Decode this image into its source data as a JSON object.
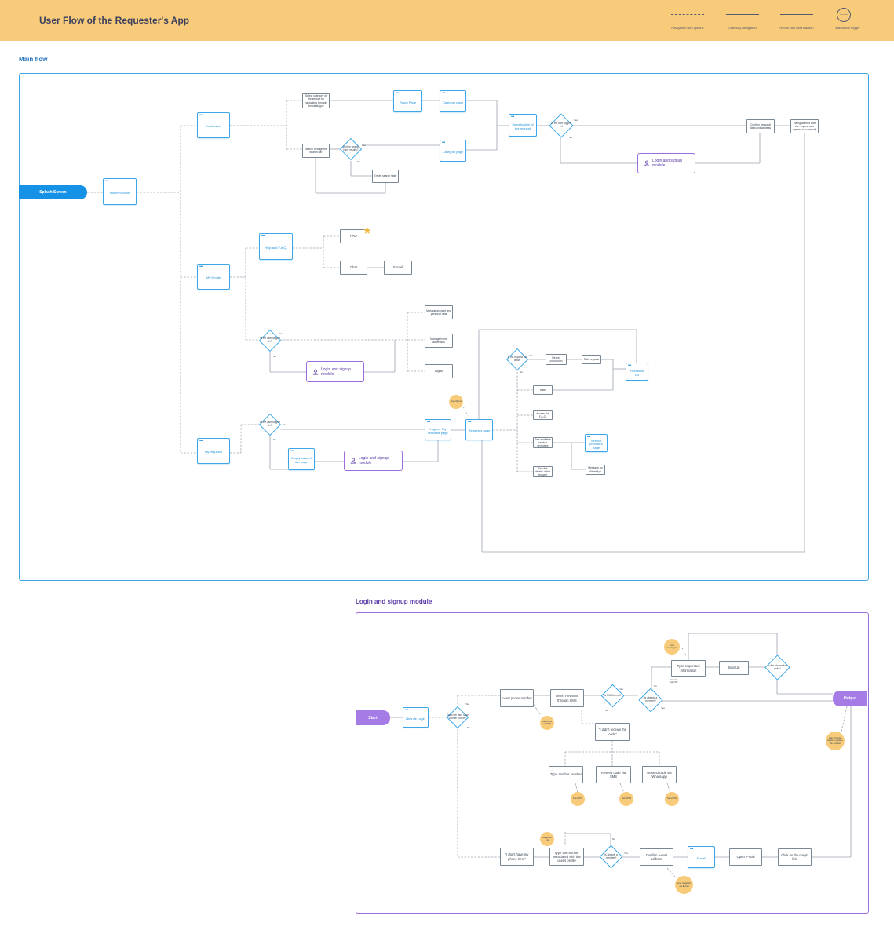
{
  "header": {
    "title": "User Flow of the Requester's App",
    "legend": [
      {
        "label": "Navigation with options"
      },
      {
        "label": "One-way navigation"
      },
      {
        "label": "Return due user's action"
      },
      {
        "label": "interaction trigger"
      }
    ],
    "legend_circle_text": "Given/Next"
  },
  "colors": {
    "header_bg": "#f8cb7a",
    "main_frame": "#3ca6e8",
    "module_frame": "#9b6ddf",
    "screen_text": "#1b8fd6",
    "module_text": "#5a3aa6",
    "bubble": "#f8cb7a",
    "splash": "#1592e6",
    "start": "#a57be6"
  },
  "main": {
    "section_title": "Main flow",
    "splash": "Splash Screen",
    "home": "Home Section",
    "exploration": "Exploration",
    "select_category": "Select category of the service by navigating through the catalogue",
    "search_bar": "Search through the search bar",
    "search_results_q": "Did the search have results?",
    "empty_search": "Empty search state",
    "room_page": "Room Page",
    "category_page_1": "Category page",
    "category_page_2": "Category page",
    "specification": "Specification of the request",
    "logged_q_1": "Is the user logged in?",
    "confirm_data": "Confirm personal data and address",
    "being_warned": "Being warned that the request was opened successfully",
    "login_module_1": "Login and signup module",
    "my_profile": "My Profile",
    "help_faq": "Help and F.A.Q.",
    "faq": "FAQ",
    "chat": "Chat",
    "email": "E-mail",
    "logged_q_2": "Is the user logged in?",
    "manage_account": "Manage account and personal data",
    "manage_home": "Manage home addresses",
    "logout": "Logout",
    "login_module_2": "Login and signup module",
    "my_requests": "My requests",
    "logged_q_3": "Is the user logged in?",
    "logged_requests": "Logged: My requests page",
    "empty_state": "Empty state of the page",
    "login_module_3": "Login and signup module",
    "given_next": "Given/Next",
    "requests_page": "Request's page",
    "active_q": "Is the request still active",
    "report": "Report conclusion",
    "rate_request": "Rate request",
    "feedback": "Feedback 1.0",
    "rate": "Rate",
    "access_faq": "Access the F.A.Q.",
    "see_providers": "See available service providers",
    "service_providers": "Service providers page",
    "message_whatsapp": "Message on WhatsApp",
    "see_details": "See the details of the request",
    "yes": "Yes",
    "no": "No"
  },
  "login": {
    "section_title": "Login and signup module",
    "start": "Start",
    "new_login": "New de Login",
    "kitchen_q": "Does the user have kitchen phone?",
    "insert_phone": "Insert phone number",
    "send_pin_sms": "Send PIN via SMS",
    "insert_pin": "Insert PIN sent through SMS",
    "pin_correct_q": "Is PIN Correct?",
    "member_q_1": "Is already a member?",
    "didnt_receive": "\"I didn't receive the code\"",
    "type_another": "Type another number",
    "resend_sms": "Resend code via SMS",
    "resend_whatsapp": "Resend code via WhatsApp",
    "send_pin_1": "Send PIN",
    "send_pin_2": "Send PIN",
    "send_pin_3": "Send PIN",
    "error_messages": "Error messages",
    "type_requested": "Type requested information",
    "sign_up": "Sign Up",
    "info_valid_q": "Is the information valid?",
    "note": "Name E-mail CPF",
    "output": "Output",
    "ask_update": "Ask if he/she wants to update the number",
    "dont_have_phone": "\"I don't have my phone here\"",
    "magic_link_1": "Magic de link",
    "type_number": "Type the number associated with the user's profile",
    "member_q_2": "Is already a member?",
    "confirm_email": "Confirm e-mail address",
    "send_magic": "Send magic link via E-mail",
    "email_screen": "E-mail",
    "open_email": "Open e-mail",
    "click_magic": "Click on the magic link",
    "yes": "Yes",
    "no": "No"
  }
}
